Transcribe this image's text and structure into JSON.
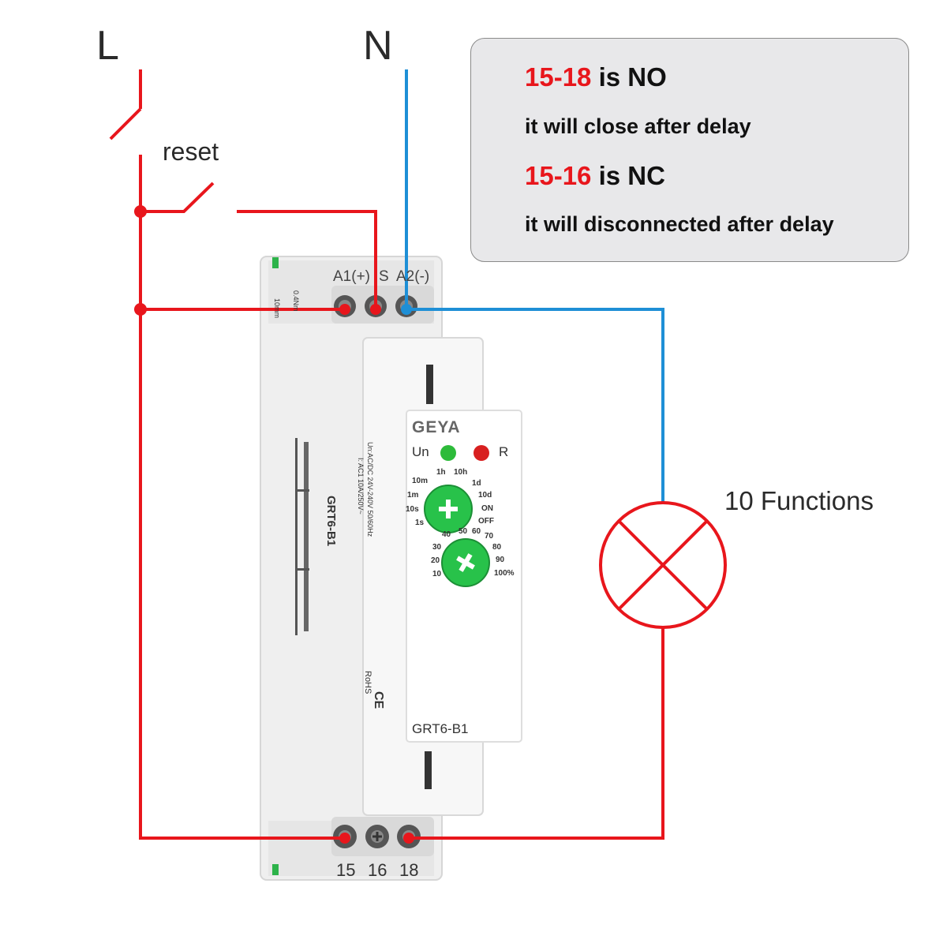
{
  "supply": {
    "line_label": "L",
    "neutral_label": "N"
  },
  "reset_label": "reset",
  "info": {
    "line1_num": "15-18",
    "line1_text": " is NO",
    "line2": "it will close after delay",
    "line3_num": "15-16",
    "line3_text": " is NC",
    "line4": "it will disconnected after delay"
  },
  "functions_label": "10 Functions",
  "relay": {
    "top_terminals": {
      "a1": "A1(+)",
      "s": "S",
      "a2": "A2(-)"
    },
    "bottom_terminals": [
      "15",
      "16",
      "18"
    ],
    "brand": "GEYA",
    "model": "GRT6-B1",
    "leds": {
      "un": "Un",
      "r": "R"
    },
    "time_dial": [
      "1h",
      "10h",
      "10m",
      "1d",
      "1m",
      "10d",
      "10s",
      "ON",
      "1s",
      "OFF"
    ],
    "percent_dial": [
      "40",
      "50",
      "60",
      "70",
      "30",
      "80",
      "20",
      "90",
      "10",
      "100%"
    ],
    "side_text": {
      "model": "GRT6-B1",
      "spec1": "Un:AC/DC 24V-240V 50/60Hz",
      "spec2": "I: AC1 10A/250V~",
      "cert1": "CE",
      "cert2": "RoHS",
      "wire": "10mm",
      "torque": "0.4Nm"
    }
  },
  "colors": {
    "live": "#e8161c",
    "neutral": "#1e8fd6",
    "led_green": "#2dbb3a",
    "led_red": "#d81f1f",
    "knob": "#28c24a"
  }
}
